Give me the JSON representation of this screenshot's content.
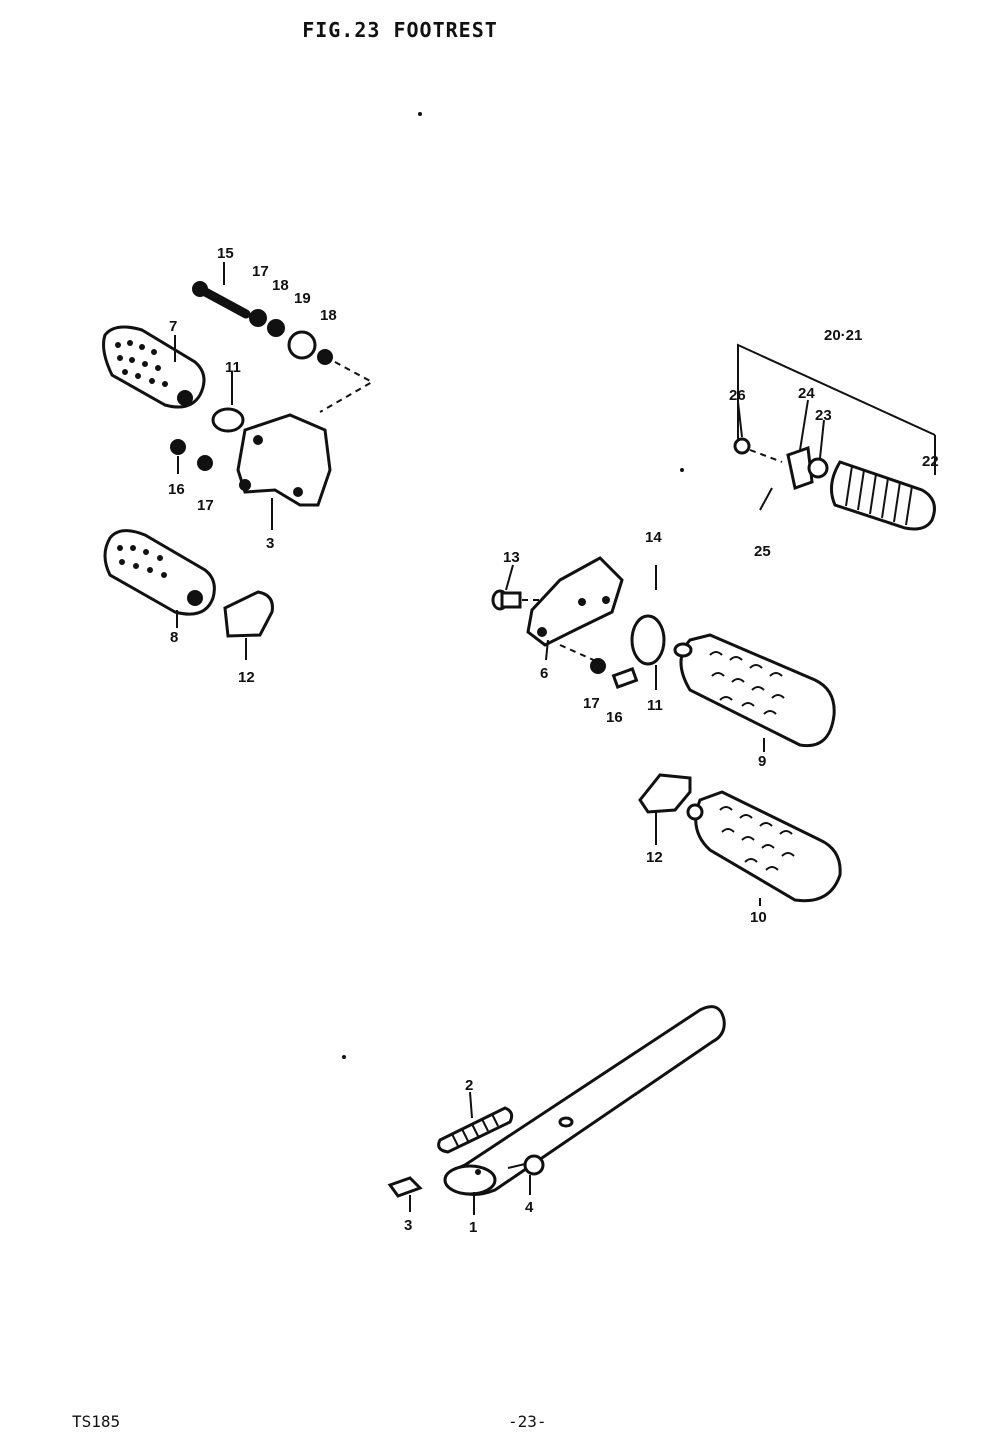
{
  "header": {
    "title": "FIG.23 FOOTREST"
  },
  "footer": {
    "model": "TS185",
    "page": "-23-"
  },
  "callouts": [
    {
      "id": "c15",
      "text": "15"
    },
    {
      "id": "c17a",
      "text": "17"
    },
    {
      "id": "c18a",
      "text": "18"
    },
    {
      "id": "c19",
      "text": "19"
    },
    {
      "id": "c18b",
      "text": "18"
    },
    {
      "id": "c7",
      "text": "7"
    },
    {
      "id": "c11a",
      "text": "11"
    },
    {
      "id": "c16a",
      "text": "16"
    },
    {
      "id": "c17b",
      "text": "17"
    },
    {
      "id": "c3a",
      "text": "3"
    },
    {
      "id": "c8",
      "text": "8"
    },
    {
      "id": "c12a",
      "text": "12"
    },
    {
      "id": "c2021",
      "text": "20·21"
    },
    {
      "id": "c26",
      "text": "26"
    },
    {
      "id": "c24",
      "text": "24"
    },
    {
      "id": "c23",
      "text": "23"
    },
    {
      "id": "c22",
      "text": "22"
    },
    {
      "id": "c25",
      "text": "25"
    },
    {
      "id": "c13",
      "text": "13"
    },
    {
      "id": "c14",
      "text": "14"
    },
    {
      "id": "c6",
      "text": "6"
    },
    {
      "id": "c17c",
      "text": "17"
    },
    {
      "id": "c16b",
      "text": "16"
    },
    {
      "id": "c11b",
      "text": "11"
    },
    {
      "id": "c9",
      "text": "9"
    },
    {
      "id": "c12b",
      "text": "12"
    },
    {
      "id": "c10",
      "text": "10"
    },
    {
      "id": "c2",
      "text": "2"
    },
    {
      "id": "c1",
      "text": "1"
    },
    {
      "id": "c4",
      "text": "4"
    },
    {
      "id": "c3b",
      "text": "3"
    }
  ]
}
